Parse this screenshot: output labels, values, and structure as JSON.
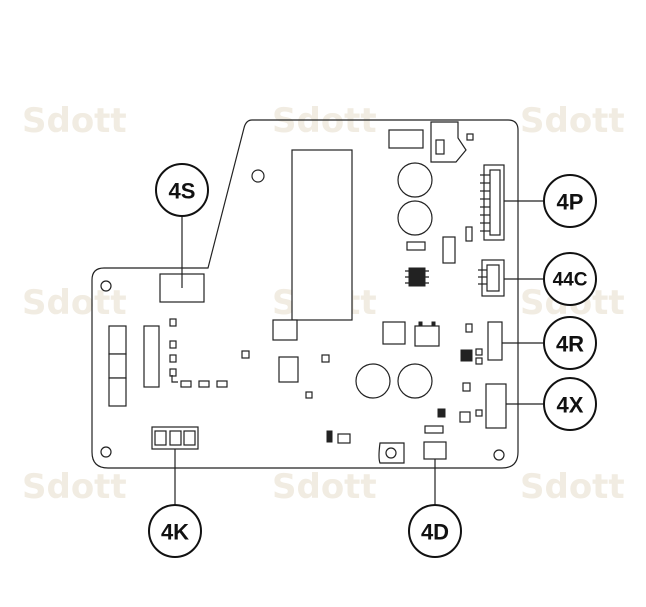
{
  "watermark": {
    "text": "Sdott"
  },
  "callouts": {
    "4S": {
      "label": "4S"
    },
    "4P": {
      "label": "4P"
    },
    "44C": {
      "label": "44C"
    },
    "4R": {
      "label": "4R"
    },
    "4X": {
      "label": "4X"
    },
    "4K": {
      "label": "4K"
    },
    "4D": {
      "label": "4D"
    }
  }
}
